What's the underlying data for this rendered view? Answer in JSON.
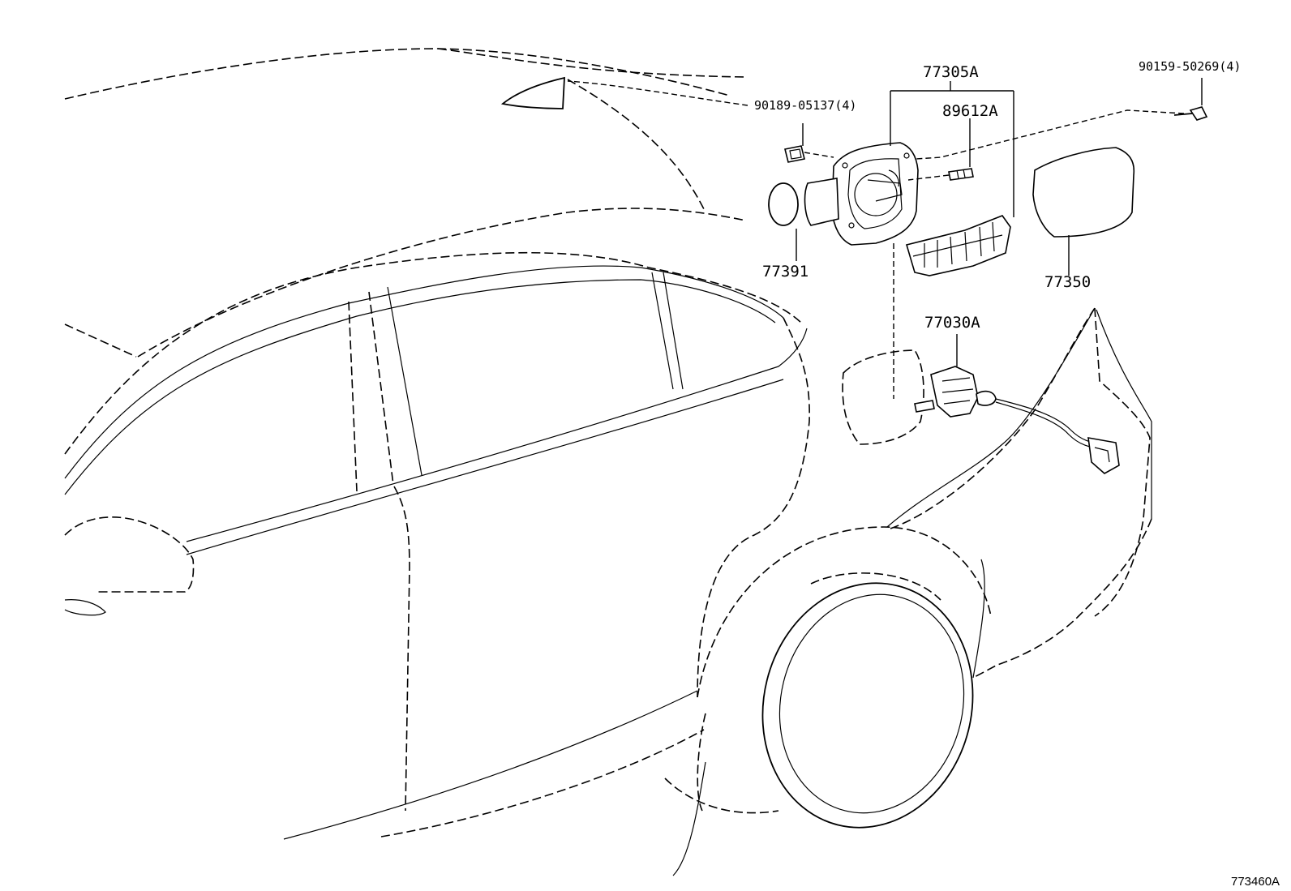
{
  "labels": {
    "p77305a": "77305A",
    "p90189": "90189-05137(4)",
    "p89612a": "89612A",
    "p90159": "90159-50269(4)",
    "p77391": "77391",
    "p77350": "77350",
    "p77030a": "77030A"
  },
  "figure_code": "773460A"
}
